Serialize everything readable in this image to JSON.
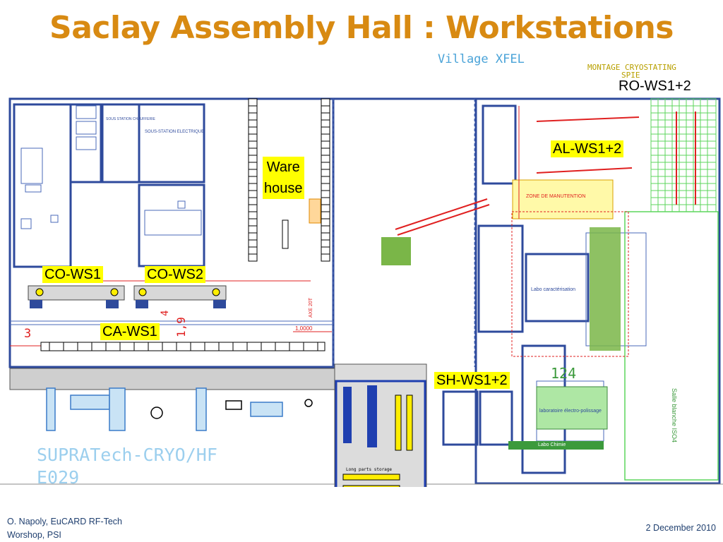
{
  "slide": {
    "title": "Saclay Assembly Hall : Workstations",
    "footer_left_line1": "O. Napoly, EuCARD RF-Tech",
    "footer_left_line2": "Worshop, PSI",
    "footer_right": "2 December 2010"
  },
  "labels": {
    "ro_ws": "RO-WS1+2",
    "al_ws": "AL-WS1+2",
    "warehouse_line1": "Ware",
    "warehouse_line2": "house",
    "co_ws1": "CO-WS1",
    "co_ws2": "CO-WS2",
    "ca_ws": "CA-WS1",
    "sh_ws": "SH-WS1+2"
  },
  "plan_text": {
    "village": "Village XFEL",
    "montage": "MONTAGE CRYOSTATING",
    "spie": "SPIE",
    "sous_station_chaufferie": "SOUS STATION CHAUFFERIE",
    "sous_station_electrique": "SOUS-STATION ELECTRIQUE",
    "zone_manutention": "ZONE DE MANUTENTION",
    "labo_caracterisation": "Labo caractérisation",
    "labo_electropolissage": "laboratoire électro-polissage",
    "labo_chimie": "Labo Chimie",
    "salle_blanche": "Salle blanche ISO4",
    "room_124": "124",
    "long_parts": "Long parts storage",
    "supratech": "SUPRATech-CRYO/HF",
    "room_code": "E029",
    "dim_3": "3",
    "dim_19": "1,9",
    "dim_4": "4",
    "dim_1000": "1,0000",
    "axe": "AXE 20T"
  },
  "colors": {
    "title": "#d88a12",
    "wall": "#2e4a9c",
    "label_bg": "#ffff00",
    "red": "#e02020",
    "green_box": "#7ab648",
    "grid_green": "#5cd65c"
  }
}
